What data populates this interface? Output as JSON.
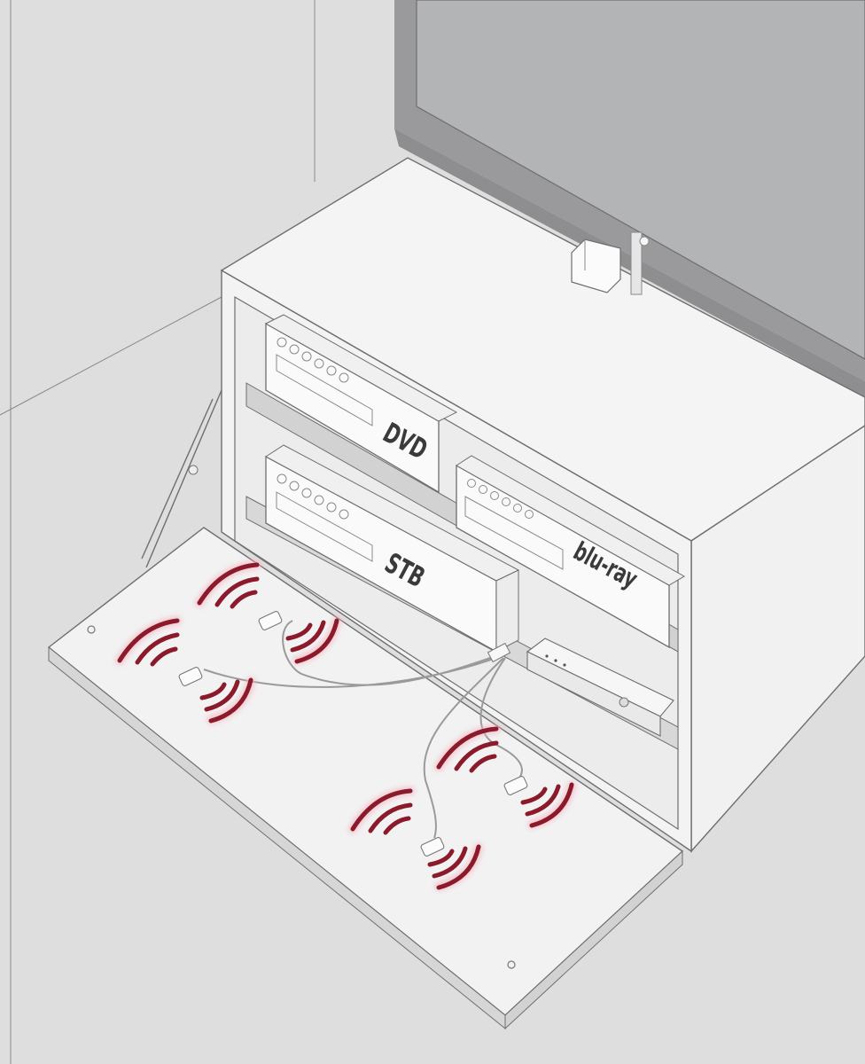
{
  "scene": {
    "description": "Isometric illustration of a TV cabinet with an open drop-down front flap, AV devices on shelves, a TV above, and IR emitter cables radiating infrared signals",
    "devices": [
      {
        "id": "dvd",
        "label": "DVD"
      },
      {
        "id": "stb",
        "label": "STB"
      },
      {
        "id": "bluray",
        "label": "blu-ray"
      },
      {
        "id": "ir-hub",
        "label": ""
      }
    ],
    "ir_emitters": 4,
    "ir_receiver": "receiver-eye on top of cabinet near TV base"
  },
  "colors": {
    "background": "#dcdcdc",
    "wall": "#dedede",
    "cabinet": "#f4f4f5",
    "shelf_shadow": "#d2d2d2",
    "tv_screen": "#b3b4b6",
    "tv_frame": "#9a9a9c",
    "ir_wave": "#8b1a2b",
    "ir_glow": "#f5b5c0",
    "outline": "#6e6e6e"
  }
}
